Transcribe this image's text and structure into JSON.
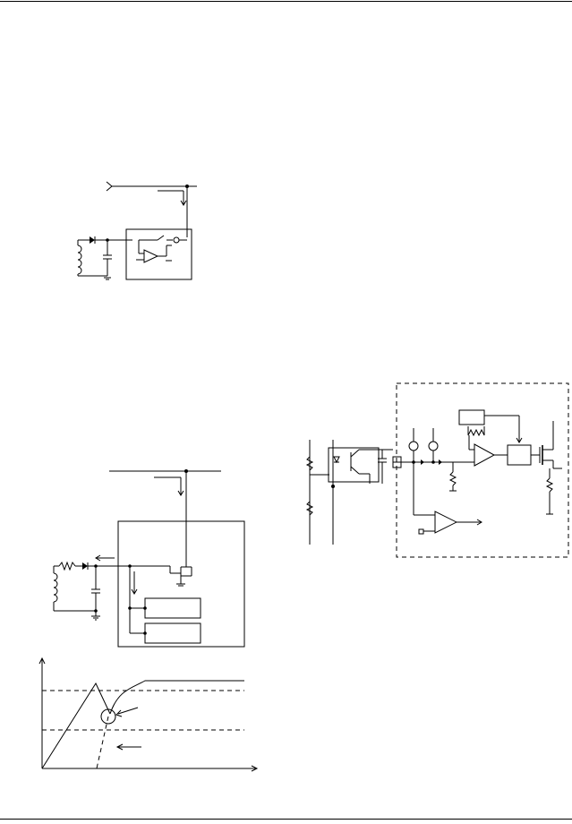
{
  "page": {
    "description_free": true,
    "figures": [
      "top-left-schematic",
      "bottom-left-schematic",
      "timing-graph",
      "right-block-schematic"
    ]
  }
}
